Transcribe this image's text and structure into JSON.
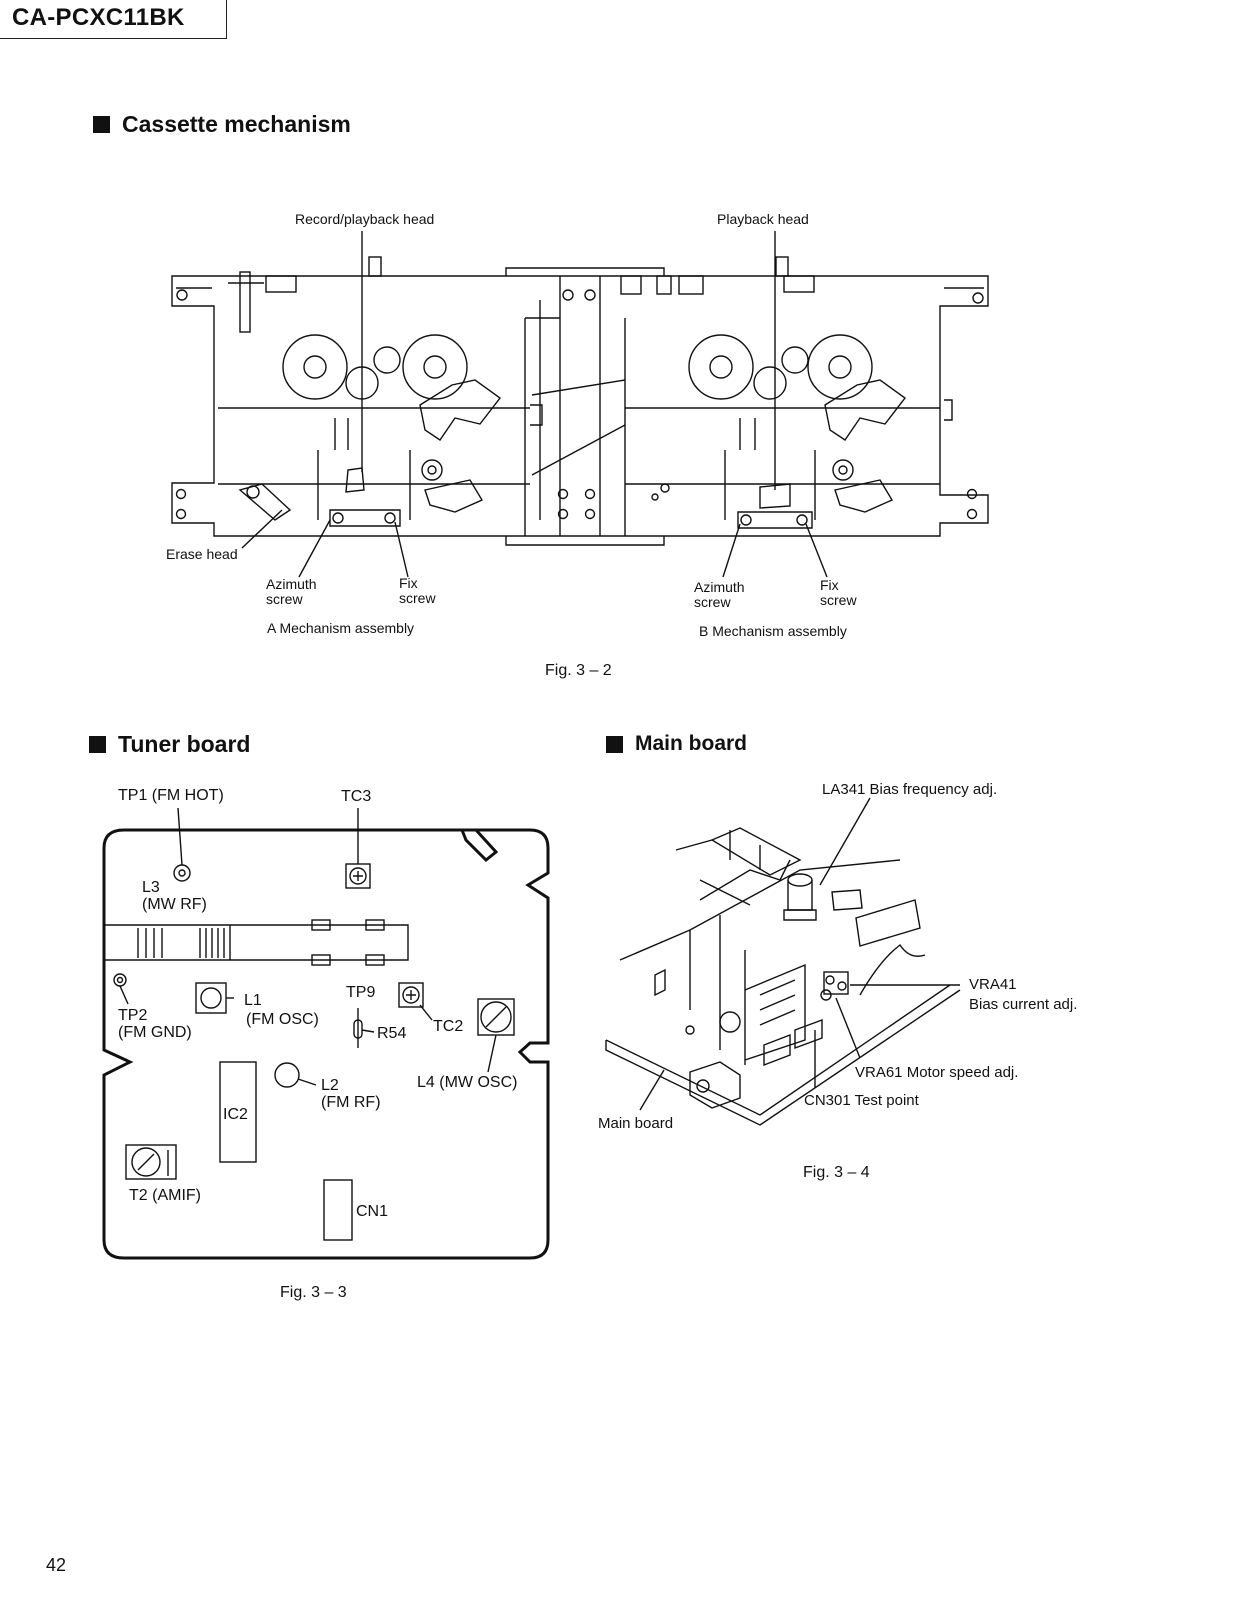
{
  "header": {
    "model": "CA-PCXC11BK"
  },
  "sections": {
    "cassette": {
      "title": "Cassette mechanism"
    },
    "tuner": {
      "title": "Tuner board"
    },
    "main": {
      "title": "Main board"
    }
  },
  "cassette_labels": {
    "rec_head": "Record/playback head",
    "play_head": "Playback head",
    "erase_head": "Erase head",
    "azimuth_a_1": "Azimuth",
    "azimuth_a_2": "screw",
    "fix_a_1": "Fix",
    "fix_a_2": "screw",
    "azimuth_b_1": "Azimuth",
    "azimuth_b_2": "screw",
    "fix_b_1": "Fix",
    "fix_b_2": "screw",
    "mech_a": "A  Mechanism assembly",
    "mech_b": "B  Mechanism assembly",
    "fig": "Fig. 3 – 2"
  },
  "tuner_labels": {
    "tp1": "TP1 (FM HOT)",
    "tc3": "TC3",
    "l3_1": "L3",
    "l3_2": "(MW RF)",
    "tp2_1": "TP2",
    "tp2_2": "(FM GND)",
    "l1_1": "L1",
    "l1_2": "(FM OSC)",
    "tp9": "TP9",
    "tc2": "TC2",
    "r54": "R54",
    "l2_1": "L2",
    "l2_2": "(FM RF)",
    "l4": "L4 (MW OSC)",
    "ic2": "IC2",
    "t2": "T2 (AMIF)",
    "cn1": "CN1",
    "fig": "Fig. 3 – 3"
  },
  "main_labels": {
    "la341": "LA341 Bias frequency adj.",
    "vra41_1": "VRA41",
    "vra41_2": "Bias current adj.",
    "vra61": "VRA61 Motor speed adj.",
    "cn301": "CN301 Test point",
    "main_board": "Main board",
    "fig": "Fig. 3 – 4"
  },
  "footer": {
    "page": "42"
  }
}
